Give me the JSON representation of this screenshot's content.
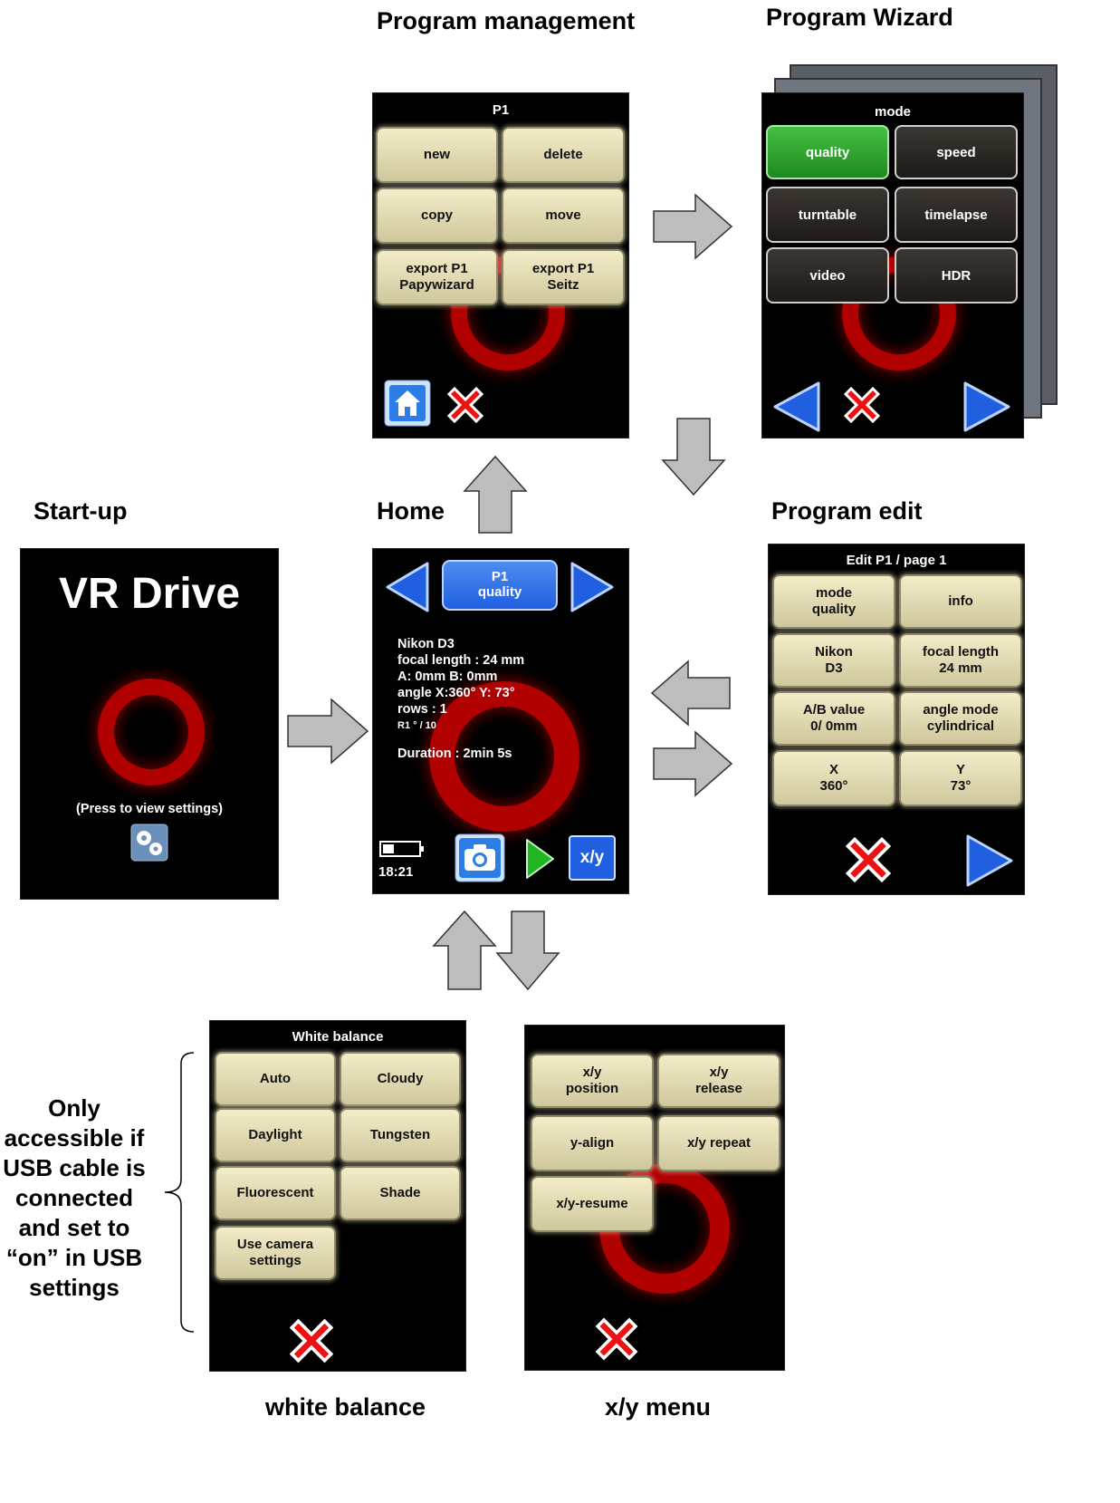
{
  "titles": {
    "program_management": "Program management",
    "program_wizard": "Program Wizard",
    "startup": "Start-up",
    "home": "Home",
    "program_edit": "Program edit",
    "white_balance": "white balance",
    "xy_menu": "x/y menu"
  },
  "program_management": {
    "header": "P1",
    "buttons": [
      "new",
      "delete",
      "copy",
      "move",
      "export P1\nPapywizard",
      "export P1\nSeitz"
    ],
    "home_icon": "home-icon",
    "close_icon": "close-x-icon"
  },
  "program_wizard": {
    "header": "mode",
    "buttons": [
      "quality",
      "speed",
      "turntable",
      "timelapse",
      "video",
      "HDR"
    ],
    "selected": "quality",
    "selected_color": "#2fa82f"
  },
  "startup": {
    "logo": "VR Drive",
    "hint": "(Press to view settings)",
    "settings_icon": "settings-icon"
  },
  "home": {
    "program_line1": "P1",
    "program_line2": "quality",
    "info": {
      "camera": "Nikon D3",
      "focal": "focal length  : 24 mm",
      "ab": "A: 0mm   B: 0mm",
      "angle": "angle X:360° Y: 73°",
      "rows": "rows : 1",
      "r": "R1 ° / 10",
      "duration": "Duration : 2min 5s"
    },
    "time": "18:21",
    "xy_label": "x/y"
  },
  "program_edit": {
    "header": "Edit P1 / page 1",
    "buttons": [
      "mode\nquality",
      "info",
      "Nikon\nD3",
      "focal length\n24 mm",
      "A/B value\n0/ 0mm",
      "angle mode\ncylindrical",
      "X\n360°",
      "Y\n73°"
    ]
  },
  "white_balance": {
    "header": "White balance",
    "buttons": [
      "Auto",
      "Cloudy",
      "Daylight",
      "Tungsten",
      "Fluorescent",
      "Shade",
      "Use camera\nsettings"
    ]
  },
  "xy_menu": {
    "buttons": [
      "x/y\nposition",
      "x/y\nrelease",
      "y-align",
      "x/y repeat",
      "x/y-resume"
    ]
  },
  "usb_note": "Only\naccessible if\nUSB cable is\nconnected\nand set to\n“on” in USB\nsettings",
  "colors": {
    "accent_blue": "#1f5fe0",
    "ring_red": "#b00000",
    "arrow_gray": "#bdbdbd"
  }
}
